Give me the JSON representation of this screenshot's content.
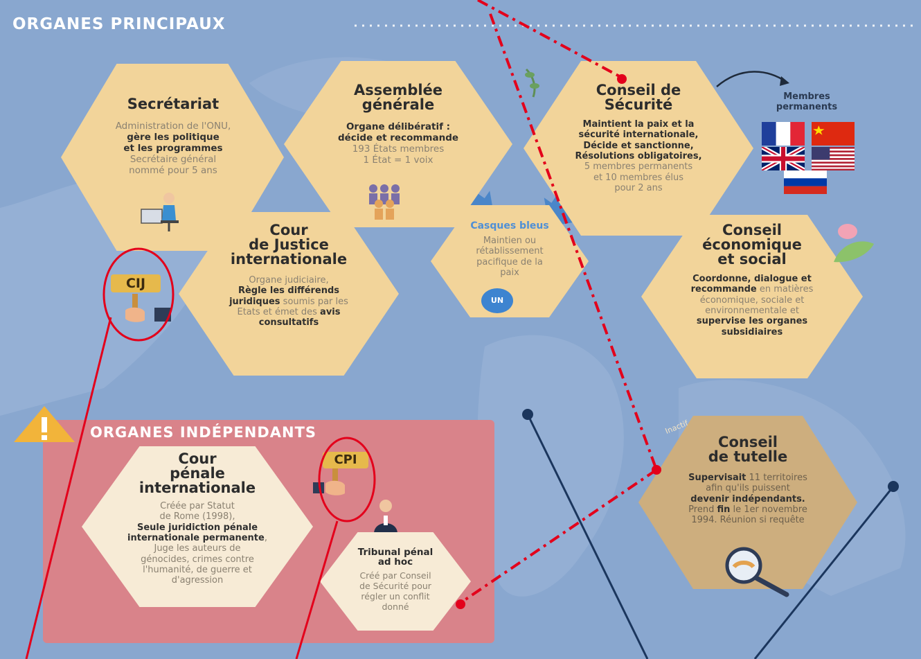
{
  "sections": {
    "principal": "ORGANES PRINCIPAUX",
    "independent": "ORGANES INDÉPENDANTS"
  },
  "organs": {
    "secretariat": {
      "title": "Secrétariat",
      "line1": "Administration de l'ONU,",
      "line2": "gère les politique",
      "line3": "et les programmes",
      "line4": "Secrétaire général",
      "line5": "nommé pour 5 ans"
    },
    "assembly": {
      "title1": "Assemblée",
      "title2": "générale",
      "line1": "Organe délibératif :",
      "line2": "décide et recommande",
      "line3": "193 États membres",
      "line4": "1 État = 1 voix"
    },
    "security": {
      "title1": "Conseil de",
      "title2": "Sécurité",
      "line1": "Maintient la paix et la",
      "line2": "sécurité internationale,",
      "line3": "Décide et sanctionne,",
      "line4": "Résolutions obligatoires,",
      "line5": "5 membres permanents",
      "line6": "et 10 membres élus",
      "line7": "pour 2 ans"
    },
    "permanent_members": {
      "label1": "Membres",
      "label2": "permanents"
    },
    "cij": {
      "badge": "CIJ",
      "title1": "Cour",
      "title2": "de Justice",
      "title3": "internationale",
      "line1": "Organe judiciaire,",
      "line2": "Règle les différends",
      "line3a": "juridiques",
      "line3b": " soumis par les",
      "line4a": "Etats et émet des ",
      "line4b": "avis",
      "line5": "consultatifs"
    },
    "peacekeepers": {
      "title": "Casques bleus",
      "line1": "Maintien ou",
      "line2": "rétablissement",
      "line3": "pacifique de la",
      "line4": "paix",
      "logo": "UN"
    },
    "ecosoc": {
      "title1": "Conseil",
      "title2": "économique",
      "title3": "et social",
      "line1": "Coordonne, dialogue et",
      "line2a": "recommande",
      "line2b": " en matières",
      "line3": "économique, sociale et",
      "line4": "environnementale et",
      "line5": "supervise les organes",
      "line6": "subsidiaires"
    },
    "trusteeship": {
      "tag": "Inactif",
      "title1": "Conseil",
      "title2": "de tutelle",
      "line1a": "Supervisait",
      "line1b": " 11 territoires",
      "line2": "afin qu'ils puissent",
      "line3": "devenir indépendants.",
      "line4a": "Prend ",
      "line4b": "fin",
      "line4c": " le 1er novembre",
      "line5": "1994. Réunion si requête"
    },
    "cpi": {
      "badge": "CPI",
      "title1": "Cour",
      "title2": "pénale",
      "title3": "internationale",
      "line1": "Créée par Statut",
      "line2": "de Rome (1998),",
      "line3": "Seule juridiction pénale",
      "line4": "internationale permanente",
      "line4tail": ",",
      "line5": "Juge les auteurs de",
      "line6": "génocides, crimes contre",
      "line7": "l'humanité, de guerre et",
      "line8": "d'agression"
    },
    "tribunal": {
      "title1": "Tribunal pénal",
      "title2": "ad hoc",
      "line1": "Créé par Conseil",
      "line2": "de Sécurité pour",
      "line3": "régler un conflit",
      "line4": "donné"
    }
  },
  "colors": {
    "background": "#89a7cf",
    "hexagon": "#f2d49a",
    "independent_panel": "#d9838a",
    "annotation_red": "#e3001b",
    "annotation_navy": "#1b365d"
  }
}
